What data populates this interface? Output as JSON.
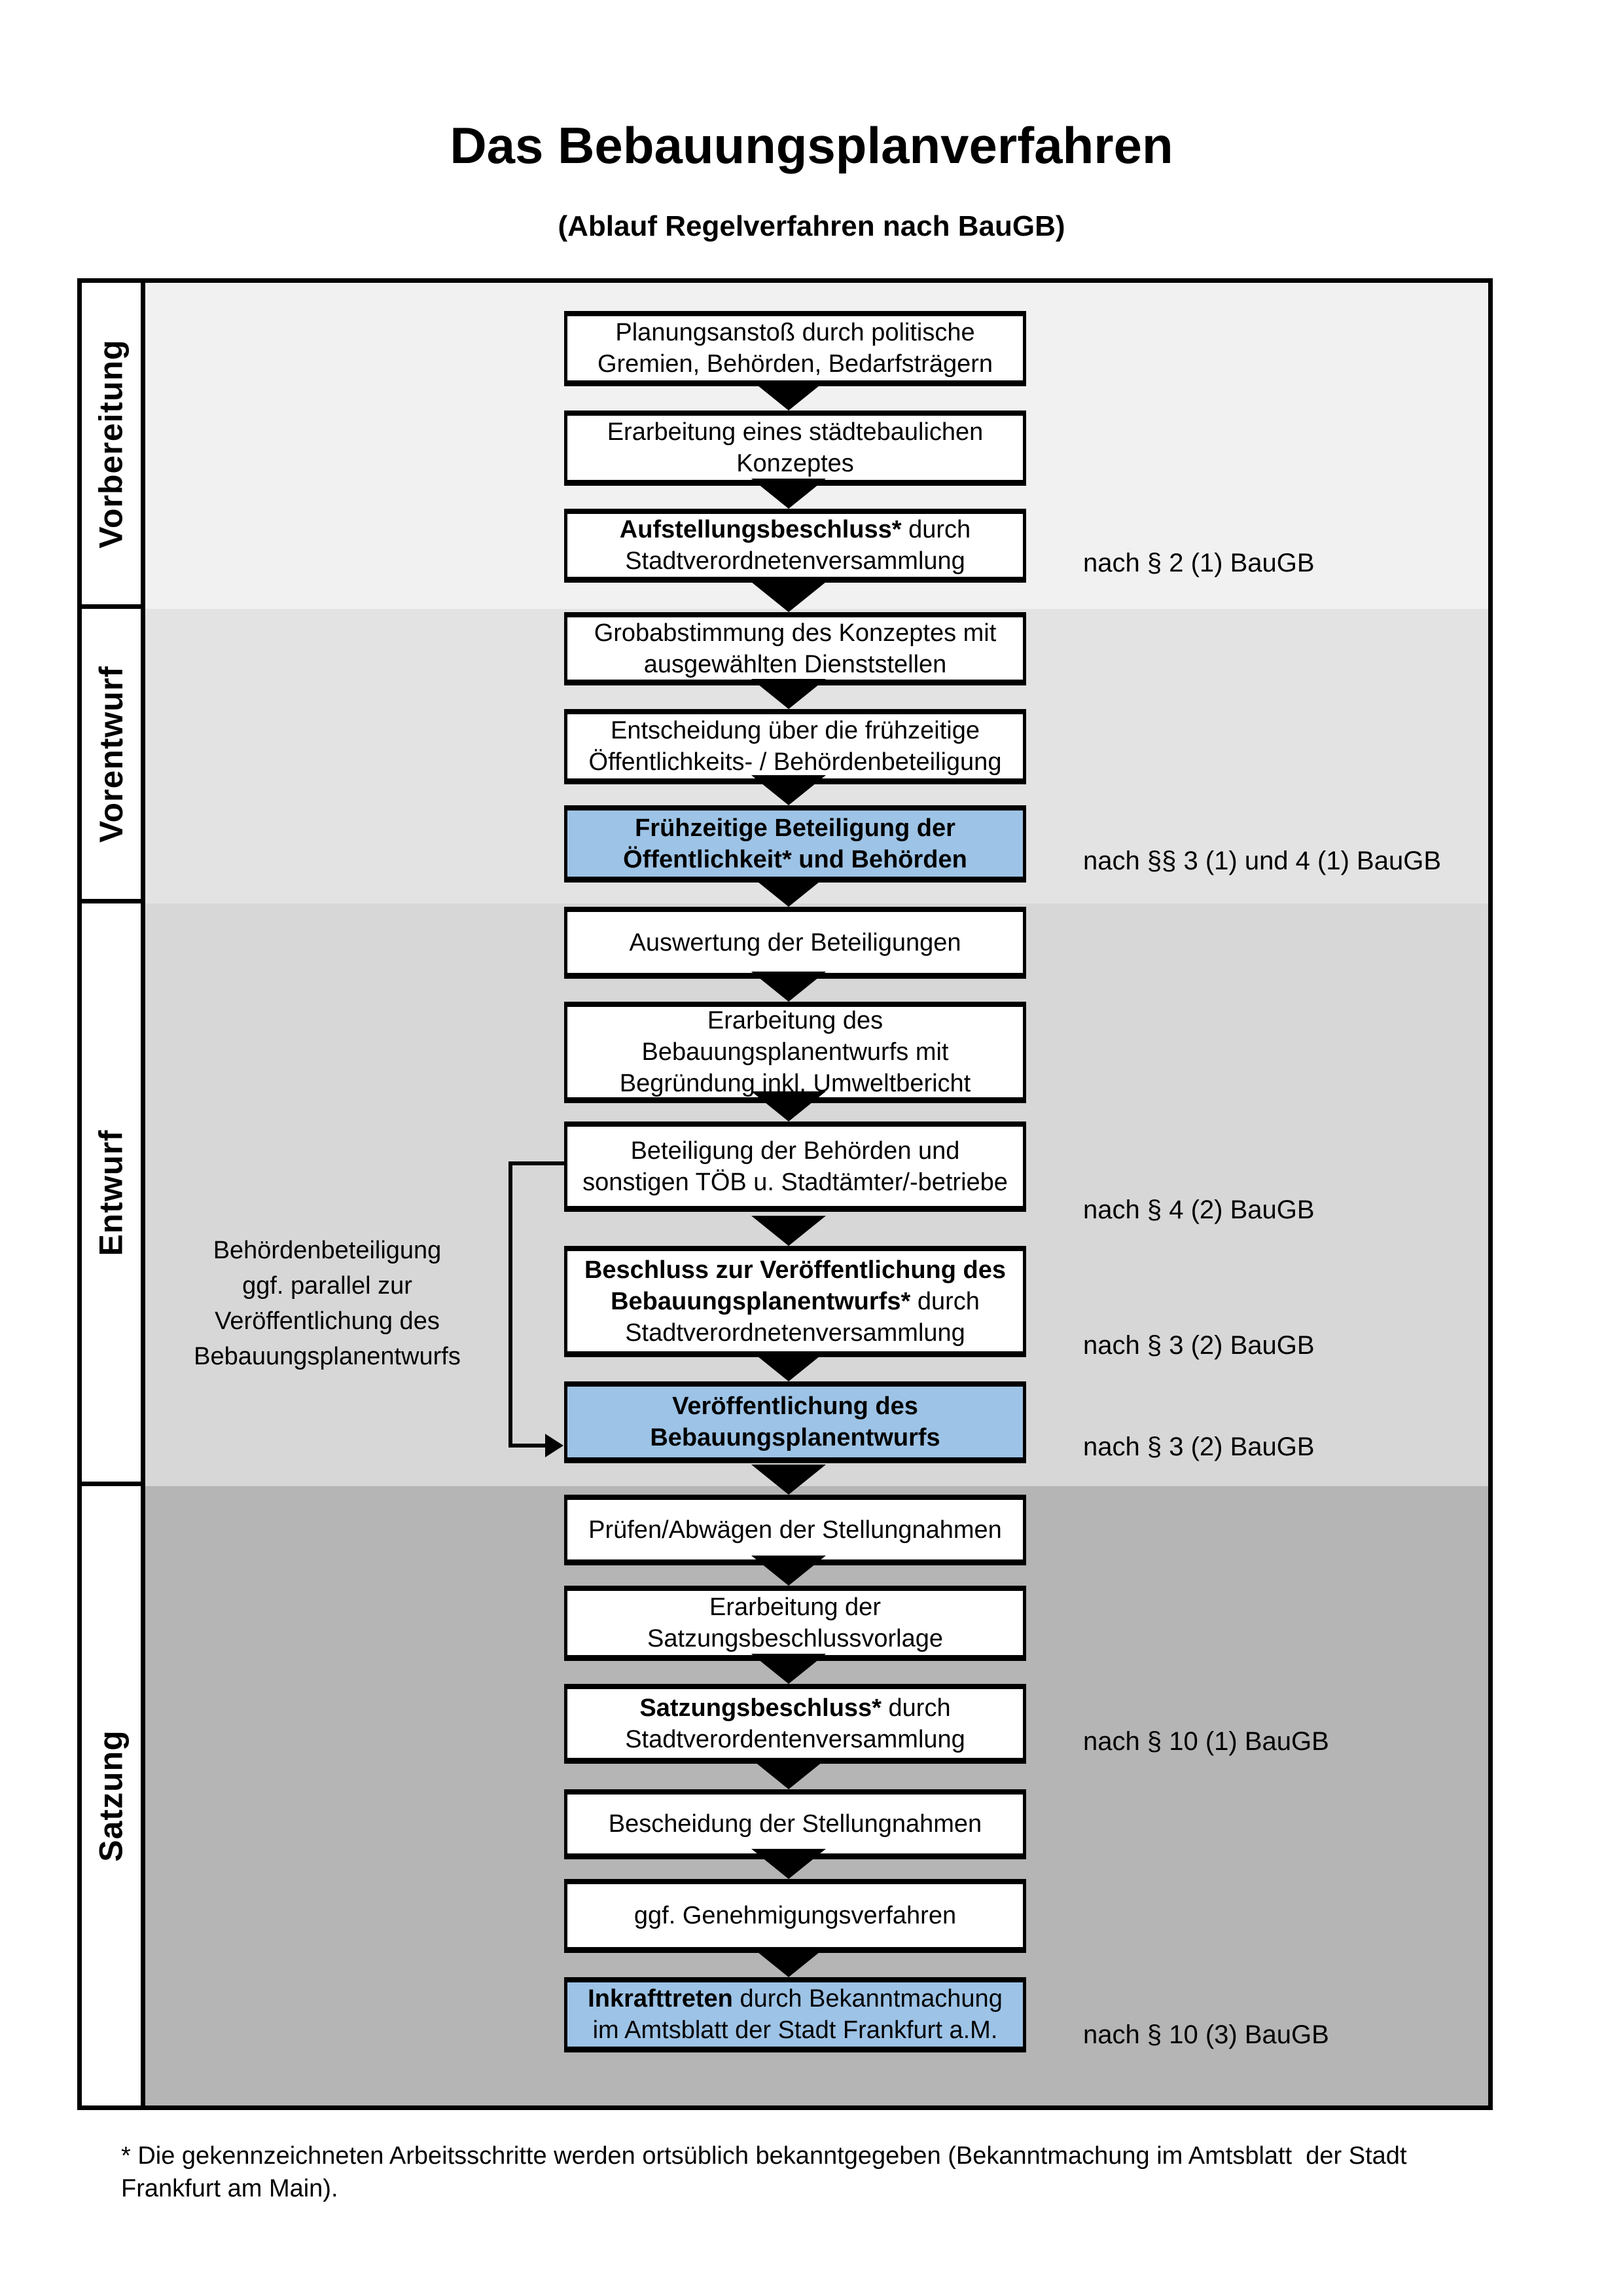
{
  "title": "Das Bebauungsplanverfahren",
  "subtitle": "(Ablauf Regelverfahren nach BauGB)",
  "sections": [
    {
      "label": "Vorbereitung"
    },
    {
      "label": "Vorentwurf"
    },
    {
      "label": "Entwurf"
    },
    {
      "label": "Satzung"
    }
  ],
  "boxes": [
    {
      "lines": [
        "Planungsanstoß durch politische",
        "Gremien, Behörden, Bedarfsträgern"
      ]
    },
    {
      "lines": [
        "Erarbeitung eines städtebaulichen",
        "Konzeptes"
      ]
    },
    {
      "line1_bold": "Aufstellungsbeschluss*",
      "line1_rest": " durch",
      "line2": "Stadtverordnetenversammlung"
    },
    {
      "lines": [
        "Grobabstimmung des Konzeptes mit",
        "ausgewählten Dienststellen"
      ]
    },
    {
      "lines": [
        "Entscheidung über die frühzeitige",
        "Öffentlichkeits- / Behördenbeteiligung"
      ]
    },
    {
      "highlight": true,
      "lines": [
        "Frühzeitige Beteiligung der",
        "Öffentlichkeit* und Behörden"
      ]
    },
    {
      "lines": [
        "Auswertung der Beteiligungen"
      ]
    },
    {
      "lines": [
        "Erarbeitung des",
        "Bebauungsplanentwurfs mit",
        "Begründung inkl. Umweltbericht"
      ]
    },
    {
      "lines": [
        "Beteiligung der Behörden und",
        "sonstigen TÖB u. Stadtämter/-betriebe"
      ]
    },
    {
      "line1_bold": "Beschluss zur Veröffentlichung des",
      "line2_bold": "Bebauungsplanentwurfs*",
      "line2_rest": " durch",
      "line3": "Stadtverordnetenversammlung"
    },
    {
      "highlight": true,
      "lines": [
        "Veröffentlichung des",
        "Bebauungsplanentwurfs"
      ]
    },
    {
      "lines": [
        "Prüfen/Abwägen der Stellungnahmen"
      ]
    },
    {
      "lines": [
        "Erarbeitung der",
        "Satzungsbeschlussvorlage"
      ]
    },
    {
      "line1_bold": "Satzungsbeschluss*",
      "line1_rest": " durch",
      "line2": "Stadtverordentenversammlung"
    },
    {
      "lines": [
        "Bescheidung der Stellungnahmen"
      ]
    },
    {
      "lines": [
        "ggf. Genehmigungsverfahren"
      ]
    },
    {
      "highlight": true,
      "line1_bold": "Inkrafttreten",
      "line1_rest": " durch Bekanntmachung",
      "line2": "im Amtsblatt der Stadt Frankfurt a.M."
    }
  ],
  "annotations": [
    {
      "text": "nach § 2 (1) BauGB"
    },
    {
      "text": "nach §§ 3 (1) und 4 (1) BauGB"
    },
    {
      "text": "nach § 4 (2) BauGB"
    },
    {
      "text": "nach § 3 (2) BauGB"
    },
    {
      "text": "nach § 3 (2) BauGB"
    },
    {
      "text": "nach § 10 (1) BauGB"
    },
    {
      "text": "nach § 10 (3) BauGB"
    }
  ],
  "side_note": {
    "lines": [
      "Behördenbeteiligung",
      "ggf. parallel zur",
      "Veröffentlichung des",
      "Bebauungsplanentwurfs"
    ]
  },
  "footnote": {
    "line1": "* Die gekennzeichneten Arbeitsschritte werden ortsüblich bekanntgegeben (Bekanntmachung im Amtsblatt  der Stadt",
    "line2": "Frankfurt am Main)."
  },
  "colors": {
    "highlight_blue": "#9dc3e6",
    "section_backgrounds": [
      "#f1f1f1",
      "#e3e3e3",
      "#d7d7d7",
      "#b5b5b5"
    ],
    "box_background": "#ffffff",
    "border_black": "#000000"
  },
  "icons": {
    "flow_arrow": "filled-triangle-down",
    "branch_arrow": "filled-triangle-right"
  }
}
